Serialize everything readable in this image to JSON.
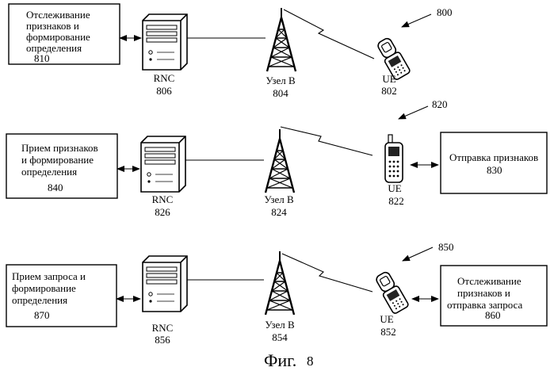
{
  "row1": {
    "box_left": {
      "line1": "Отслеживание",
      "line2": "признаков и",
      "line3": "формирование",
      "line4": "определения",
      "num": "810"
    },
    "rnc": {
      "label": "RNC",
      "num": "806"
    },
    "node": {
      "label": "Узел В",
      "num": "804"
    },
    "ue": {
      "label": "UE",
      "num": "802"
    },
    "ref": "800"
  },
  "row2": {
    "box_left": {
      "line1": "Прием признаков",
      "line2": "и формирование",
      "line3": "определения",
      "num": "840"
    },
    "rnc": {
      "label": "RNC",
      "num": "826"
    },
    "node": {
      "label": "Узел В",
      "num": "824"
    },
    "ue": {
      "label": "UE",
      "num": "822"
    },
    "box_right": {
      "line1": "Отправка признаков",
      "num": "830"
    },
    "ref": "820"
  },
  "row3": {
    "box_left": {
      "line1": "Прием запроса и",
      "line2": "формирование",
      "line3": "определения",
      "num": "870"
    },
    "rnc": {
      "label": "RNC",
      "num": "856"
    },
    "node": {
      "label": "Узел В",
      "num": "854"
    },
    "ue": {
      "label": "UE",
      "num": "852"
    },
    "box_right": {
      "line1": "Отслеживание",
      "line2": "признаков и",
      "line3": "отправка запроса",
      "num": "860"
    },
    "ref": "850"
  },
  "caption": {
    "prefix": "Фиг.",
    "num": "8"
  },
  "icons": {
    "rnc": "server-icon",
    "node": "antenna-tower-icon",
    "ue_flip": "flip-phone-icon",
    "ue_bar": "bar-phone-icon"
  }
}
